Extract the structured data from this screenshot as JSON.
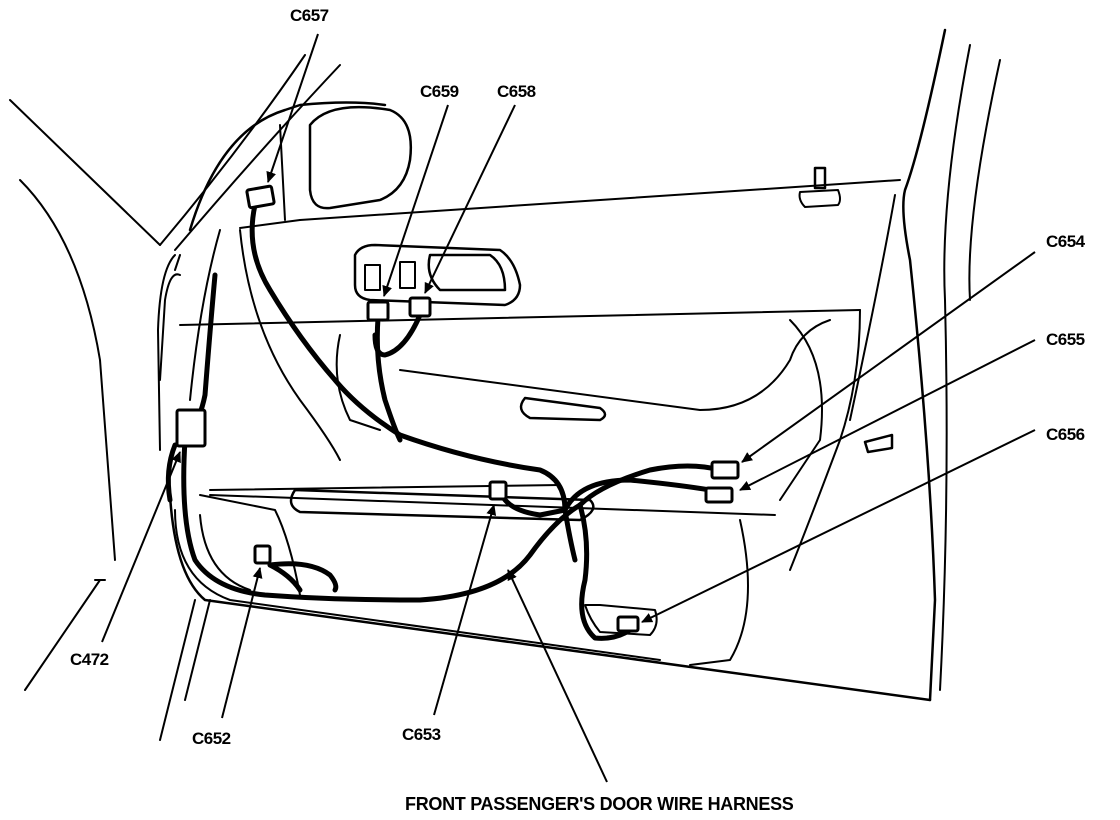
{
  "labels": {
    "c657": "C657",
    "c659": "C659",
    "c658": "C658",
    "c654": "C654",
    "c655": "C655",
    "c656": "C656",
    "c472": "C472",
    "c652": "C652",
    "c653": "C653"
  },
  "caption": "FRONT PASSENGER'S DOOR WIRE HARNESS"
}
